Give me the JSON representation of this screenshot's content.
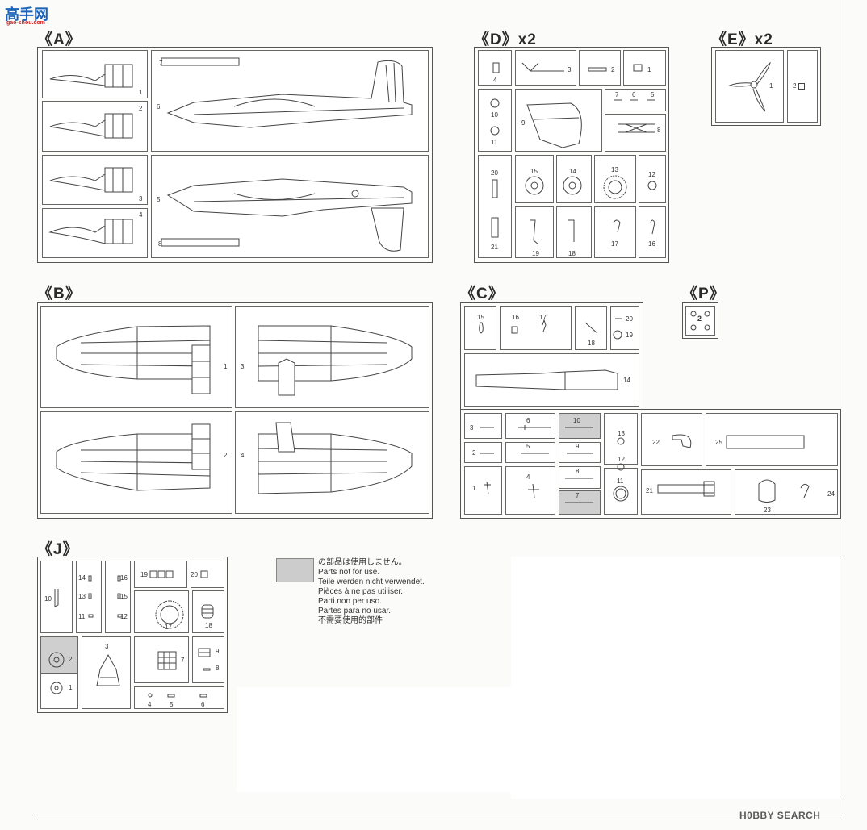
{
  "watermark_top": {
    "logo": "高手网",
    "url": "gao-shou.com"
  },
  "watermark_bottom": {
    "text": "H0BBY SEARCH"
  },
  "sections": {
    "A": {
      "title": "《A》",
      "parts": [
        "1",
        "2",
        "3",
        "4",
        "5",
        "6",
        "7",
        "8"
      ]
    },
    "D": {
      "title": "《D》x2",
      "parts": [
        "1",
        "2",
        "3",
        "4",
        "5",
        "6",
        "7",
        "8",
        "9",
        "10",
        "11",
        "12",
        "13",
        "14",
        "15",
        "16",
        "17",
        "18",
        "19",
        "20",
        "21"
      ]
    },
    "E": {
      "title": "《E》x2",
      "parts": [
        "1",
        "2"
      ]
    },
    "B": {
      "title": "《B》",
      "parts": [
        "1",
        "2",
        "3",
        "4"
      ]
    },
    "C": {
      "title": "《C》",
      "parts": [
        "1",
        "2",
        "3",
        "4",
        "5",
        "6",
        "7",
        "8",
        "9",
        "10",
        "11",
        "12",
        "13",
        "14",
        "15",
        "16",
        "17",
        "18",
        "19",
        "20",
        "21",
        "22",
        "23",
        "24",
        "25"
      ]
    },
    "P": {
      "title": "《P》",
      "parts": [
        "2"
      ]
    },
    "J": {
      "title": "《J》",
      "parts": [
        "1",
        "2",
        "3",
        "4",
        "5",
        "6",
        "7",
        "8",
        "9",
        "10",
        "11",
        "12",
        "13",
        "14",
        "15",
        "16",
        "17",
        "18",
        "19",
        "20"
      ]
    }
  },
  "legend": {
    "lines": [
      "の部品は使用しません。",
      "Parts not for use.",
      "Teile werden nicht verwendet.",
      "Pièces à ne pas utiliser.",
      "Parti non per uso.",
      "Partes para no usar.",
      "不需要使用的部件"
    ]
  }
}
